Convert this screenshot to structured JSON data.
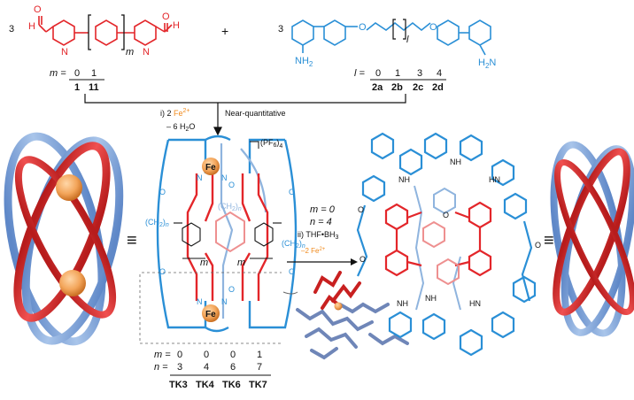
{
  "reactant1": {
    "coefficient": "3",
    "aldehyde_left": "H",
    "aldehyde_o_left": "O",
    "aldehyde_right": "H",
    "aldehyde_o_right": "O",
    "n_left": "N",
    "n_right": "N",
    "repeat_var": "m",
    "table_var": "m =",
    "table_values": [
      "0",
      "1"
    ],
    "table_ids": [
      "1",
      "11"
    ]
  },
  "plus_sign": "+",
  "reactant2": {
    "coefficient": "3",
    "amine_left": "NH",
    "amine_left_sub": "2",
    "amine_right": "H",
    "amine_right_sub": "2",
    "amine_right_n": "N",
    "ether_o_left": "O",
    "ether_o_right": "O",
    "repeat_var": "l",
    "table_var": "l =",
    "table_values": [
      "0",
      "1",
      "3",
      "4"
    ],
    "table_ids": [
      "2a",
      "2b",
      "2c",
      "2d"
    ]
  },
  "conditions_top": {
    "step_i_prefix": "i) 2 ",
    "metal": "Fe",
    "metal_charge": "2+",
    "byproduct_prefix": "– 6 H",
    "byproduct_sub": "2",
    "byproduct_suffix": "O",
    "yield_note": "Near-quantitative"
  },
  "cage": {
    "counterion_open": "(PF",
    "counterion_sub": "6",
    "counterion_close": ")",
    "counterion_count": "4",
    "fe_top": "Fe",
    "fe_bottom": "Fe",
    "ch2_left": "(CH",
    "ch2_left_sub": "2",
    "ch2_left_end": ")",
    "ch2_left_n": "n",
    "ch2_mid": "(CH",
    "ch2_mid_sub": "2",
    "ch2_mid_end": ")",
    "ch2_mid_n": "n",
    "ch2_right": "(CH",
    "ch2_right_sub": "2",
    "ch2_right_end": ")",
    "ch2_right_n": "n",
    "m_label_left": "m",
    "m_label_right": "m",
    "atom_o": "O",
    "atom_n": "N"
  },
  "equivalence_symbol": "≡",
  "product_table": {
    "m_label": "m =",
    "n_label": "n =",
    "m_values": [
      "0",
      "0",
      "0",
      "1"
    ],
    "n_values": [
      "3",
      "4",
      "6",
      "7"
    ],
    "ids": [
      "TK3",
      "TK4",
      "TK6",
      "TK7"
    ]
  },
  "conditions_right": {
    "m_line": "m = 0",
    "n_line": "n = 4",
    "step_ii": "ii) THF•BH",
    "step_ii_sub": "3",
    "metal_loss_prefix": "–2 Fe",
    "metal_loss_charge": "2+"
  },
  "knot": {
    "nh": "NH",
    "hn": "HN",
    "o": "O",
    "n": "N"
  },
  "colors": {
    "red": "#e3262a",
    "blue": "#2a8fd6",
    "light_blue": "#8fb4de",
    "orange": "#f08a1c",
    "pink": "#ee9090"
  }
}
